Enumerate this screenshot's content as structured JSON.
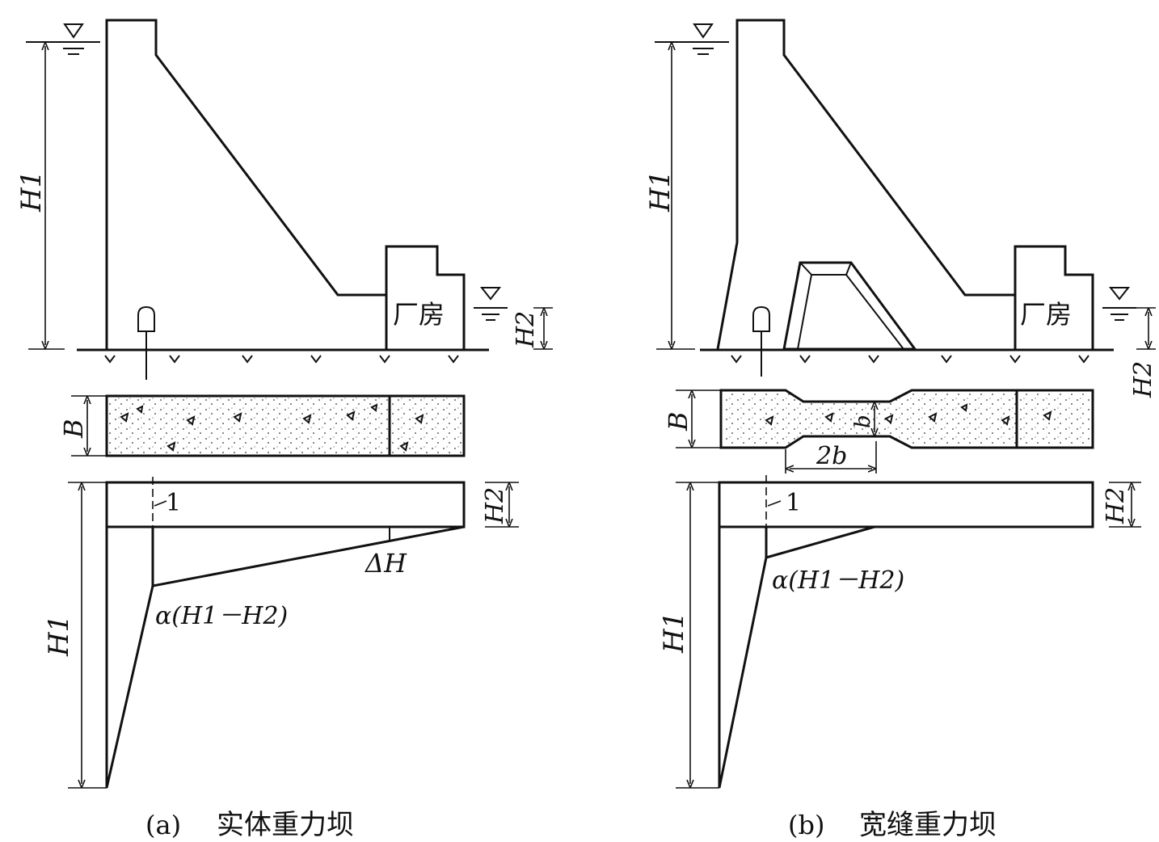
{
  "panels": [
    {
      "id": "a",
      "caption_tag": "(a)",
      "caption_text": "实体重力坝",
      "labels": {
        "h1_top": "H1",
        "h2_top": "H2",
        "powerhouse": "厂房",
        "b_width": "B",
        "h2_bottom": "H2",
        "h1_bottom": "H1",
        "one": "1",
        "delta_h": "ΔH",
        "alpha_expr": "α(H1－H2)"
      }
    },
    {
      "id": "b",
      "caption_tag": "(b)",
      "caption_text": "宽缝重力坝",
      "labels": {
        "h1_top": "H1",
        "h2_top": "H2",
        "powerhouse": "厂房",
        "b_width": "B",
        "b_small": "b",
        "two_b": "2b",
        "h2_bottom": "H2",
        "h1_bottom": "H1",
        "one": "1",
        "alpha_expr": "α(H1－H2)"
      }
    }
  ]
}
